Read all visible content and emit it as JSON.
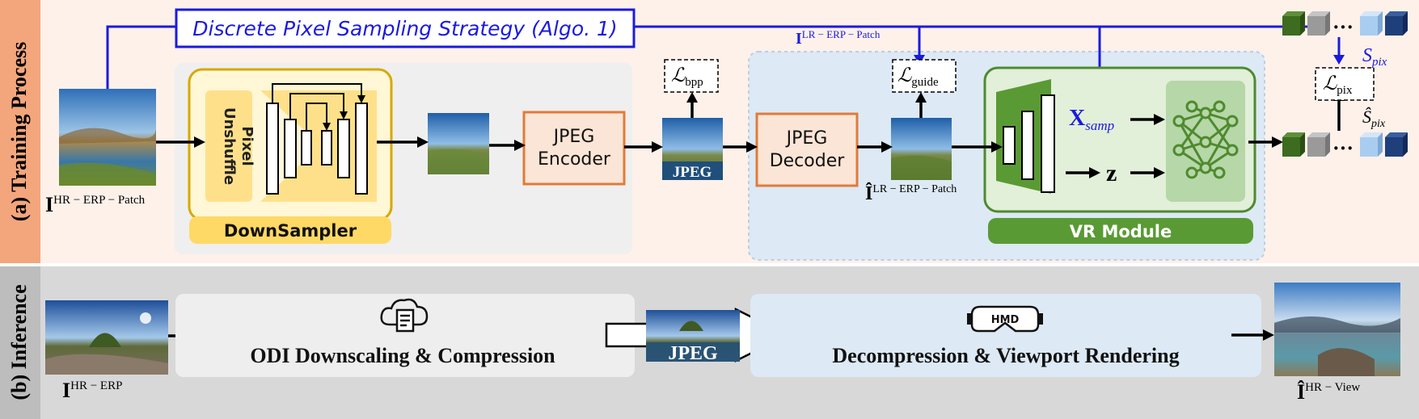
{
  "sections": {
    "training_label": "(a) Training Process",
    "inference_label": "(b) Inference"
  },
  "training": {
    "sampling_strategy": "Discrete Pixel Sampling Strategy (Algo. 1)",
    "pixel_unshuffle_line1": "Pixel",
    "pixel_unshuffle_line2": "Unshuffle",
    "downsampler": "DownSampler",
    "jpeg_encoder_line1": "JPEG",
    "jpeg_encoder_line2": "Encoder",
    "jpeg_decoder_line1": "JPEG",
    "jpeg_decoder_line2": "Decoder",
    "jpeg_tag": "JPEG",
    "vr_module": "VR Module",
    "loss_bpp_main": "ℒ",
    "loss_bpp_sub": "bpp",
    "loss_guide_main": "ℒ",
    "loss_guide_sub": "guide",
    "loss_pix_main": "ℒ",
    "loss_pix_sub": "pix",
    "input_main": "I",
    "input_sup": "HR − ERP − Patch",
    "lr_main": "I",
    "lr_sup": "LR − ERP − Patch",
    "lr_hat_main": "Î",
    "lr_hat_sup": "LR − ERP − Patch",
    "xsamp_main": "X",
    "xsamp_sub": "samp",
    "z_label": "z",
    "s_pix_main": "S",
    "s_pix_sub": "pix",
    "s_hat_pix_main": "Ŝ",
    "s_hat_pix_sub": "pix"
  },
  "inference": {
    "compression": "ODI Downscaling & Compression",
    "jpeg_tag": "JPEG",
    "rendering": "Decompression & Viewport Rendering",
    "hmd": "HMD",
    "input_main": "I",
    "input_sup": "HR − ERP",
    "output_main": "Î",
    "output_sup": "HR − View"
  },
  "colors": {
    "blue": "#1a1ae0",
    "orange": "#e07b39",
    "yellow": "#e8b400",
    "green": "#4f8a2e"
  }
}
